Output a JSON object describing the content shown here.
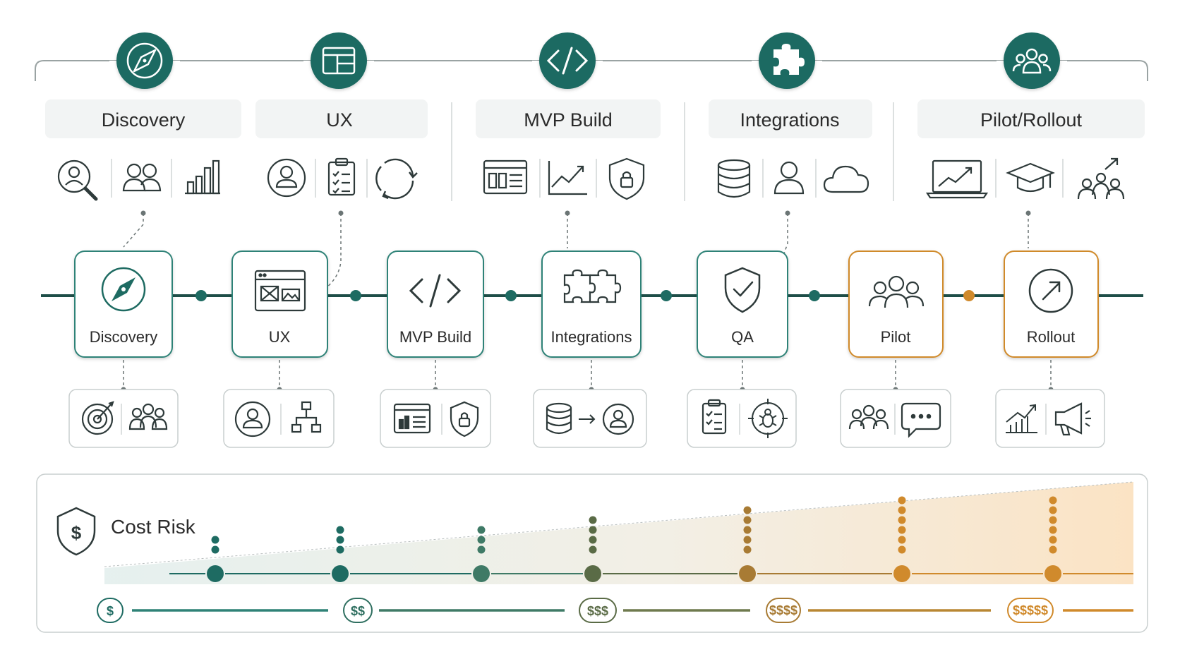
{
  "colors": {
    "teal": "#1e6b62",
    "teal_mid": "#2f8277",
    "amber": "#d08a2c",
    "olive": "#7a6a3c",
    "line_dark": "#2e3a3a",
    "panel_bg": "#f2f4f4",
    "border_gray": "#c9cfcf"
  },
  "phases": [
    {
      "label": "Discovery",
      "icon": "compass-icon",
      "tools": [
        "user-search-icon",
        "team-icon",
        "bar-chart-icon"
      ]
    },
    {
      "label": "UX",
      "icon": "layout-icon",
      "tools": [
        "user-circle-icon",
        "checklist-icon",
        "refresh-cycle-icon"
      ]
    },
    {
      "label": "MVP Build",
      "icon": "code-icon",
      "tools": [
        "dashboard-window-icon",
        "trend-line-icon",
        "shield-lock-icon"
      ]
    },
    {
      "label": "Integrations",
      "icon": "puzzle-icon",
      "tools": [
        "database-icon",
        "user-icon",
        "cloud-icon"
      ]
    },
    {
      "label": "Pilot/Rollout",
      "icon": "group-icon",
      "tools": [
        "laptop-chart-icon",
        "graduation-cap-icon",
        "team-growth-icon"
      ]
    }
  ],
  "stages": [
    {
      "label": "Discovery",
      "icon": "compass-icon",
      "tone": "teal",
      "details": [
        "target-icon",
        "team-icon"
      ]
    },
    {
      "label": "UX",
      "icon": "wireframe-icon",
      "tone": "teal",
      "details": [
        "user-circle-icon",
        "sitemap-icon"
      ]
    },
    {
      "label": "MVP Build",
      "icon": "code-icon",
      "tone": "teal",
      "details": [
        "dashboard-window-icon",
        "shield-lock-icon"
      ]
    },
    {
      "label": "Integrations",
      "icon": "puzzle-icon",
      "tone": "teal",
      "details": [
        "database-icon",
        "arrow-right-icon",
        "user-circle-icon"
      ]
    },
    {
      "label": "QA",
      "icon": "shield-check-icon",
      "tone": "teal",
      "details": [
        "checklist-icon",
        "bug-target-icon"
      ]
    },
    {
      "label": "Pilot",
      "icon": "group-icon",
      "tone": "amber",
      "details": [
        "team-icon",
        "chat-bubble-icon"
      ]
    },
    {
      "label": "Rollout",
      "icon": "arrow-up-right-icon",
      "tone": "amber",
      "details": [
        "growth-chart-icon",
        "megaphone-icon"
      ]
    }
  ],
  "cost_risk": {
    "title": "Cost Risk",
    "icon": "shield-dollar-icon",
    "levels": [
      "$",
      "$$",
      "$$$",
      "$$$$",
      "$$$$$"
    ],
    "stage_dot_counts": [
      2,
      3,
      3,
      4,
      5,
      6,
      6
    ]
  }
}
